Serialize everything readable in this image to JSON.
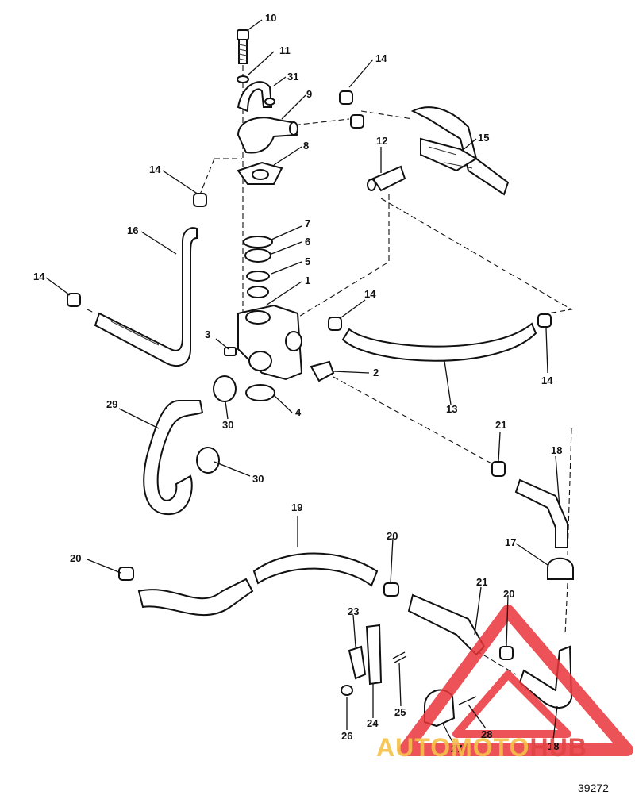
{
  "figure_number": "39272",
  "watermark": {
    "text_primary": "AUTOMOTO",
    "text_secondary": "HUB",
    "color_primary": "#f5c14a",
    "color_secondary": "#e04444",
    "color_triangle": "#e9353a"
  },
  "callouts": {
    "c1": "1",
    "c2": "2",
    "c3": "3",
    "c4": "4",
    "c5": "5",
    "c6": "6",
    "c7": "7",
    "c8": "8",
    "c9": "9",
    "c10": "10",
    "c11": "11",
    "c12": "12",
    "c13": "13",
    "c14a": "14",
    "c14b": "14",
    "c14c": "14",
    "c14d": "14",
    "c14e": "14",
    "c15": "15",
    "c16": "16",
    "c17": "17",
    "c18a": "18",
    "c18b": "18",
    "c19": "19",
    "c20a": "20",
    "c20b": "20",
    "c20c": "20",
    "c21a": "21",
    "c21b": "21",
    "c23": "23",
    "c24": "24",
    "c25": "25",
    "c26": "26",
    "c27": "27",
    "c28": "28",
    "c29": "29",
    "c30a": "30",
    "c30b": "30",
    "c31": "31"
  }
}
